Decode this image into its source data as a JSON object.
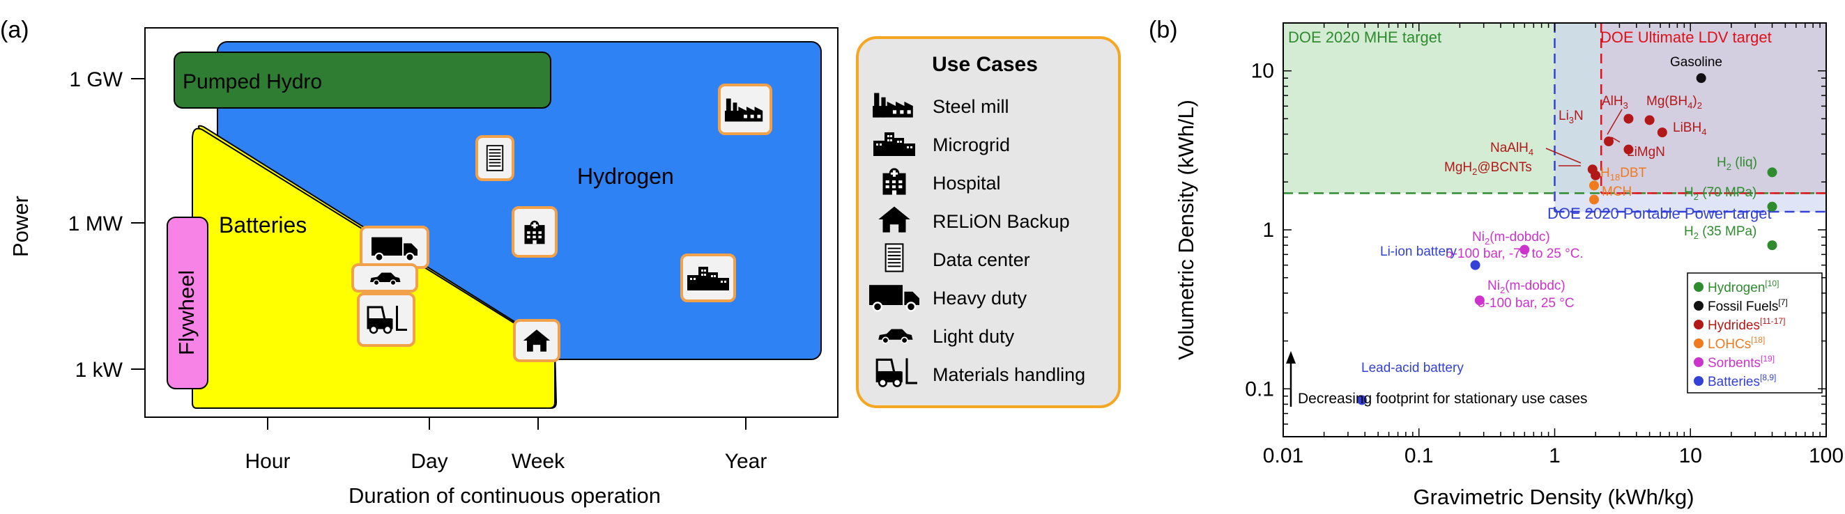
{
  "panel_labels": {
    "a": "(a)",
    "b": "(b)"
  },
  "colors": {
    "hydrogen_fill": "#2f82f4",
    "pumped_fill": "#2e7d32",
    "battery_fill": "#ffff00",
    "flywheel_fill": "#f783e6",
    "legend_border": "#f5a623",
    "legend_bg": "#e6e6e6",
    "icon_border": "#f0a14a",
    "mhe_fill": "#d4ecd4",
    "ldv_fill": "#e8c3c8",
    "portable_fill": "#d7ddf3",
    "green": "#2e8b2e",
    "red": "#e0101a",
    "blue": "#3341d6",
    "dark_red": "#b21818",
    "orange": "#f07a1e",
    "magenta": "#cc33cc"
  },
  "chart_data": [
    {
      "type": "region",
      "panel": "(a)",
      "xlabel": "Duration of continuous operation",
      "ylabel": "Power",
      "x_ticks": [
        {
          "label": "Hour",
          "log_hours": 0
        },
        {
          "label": "Day",
          "log_hours": 1.38
        },
        {
          "label": "Week",
          "log_hours": 2.23
        },
        {
          "label": "Year",
          "log_hours": 3.94
        }
      ],
      "y_ticks": [
        {
          "label": "1 GW",
          "log_kw": 6
        },
        {
          "label": "1 MW",
          "log_kw": 3
        },
        {
          "label": "1 kW",
          "log_kw": 0
        }
      ],
      "regions": [
        {
          "name": "Hydrogen",
          "label": "Hydrogen"
        },
        {
          "name": "Pumped Hydro",
          "label": "Pumped Hydro"
        },
        {
          "name": "Batteries",
          "label": "Batteries"
        },
        {
          "name": "Flywheel",
          "label": "Flywheel"
        }
      ],
      "legend": {
        "title": "Use Cases",
        "items": [
          {
            "label": "Steel mill",
            "icon": "factory-icon"
          },
          {
            "label": "Microgrid",
            "icon": "microgrid-icon"
          },
          {
            "label": "Hospital",
            "icon": "hospital-icon"
          },
          {
            "label": "RELiON Backup",
            "icon": "house-icon"
          },
          {
            "label": "Data center",
            "icon": "server-icon"
          },
          {
            "label": "Heavy duty",
            "icon": "truck-icon"
          },
          {
            "label": "Light duty",
            "icon": "car-icon"
          },
          {
            "label": "Materials handling",
            "icon": "forklift-icon"
          }
        ]
      },
      "use_case_markers": [
        {
          "use_case": "Steel mill",
          "icon": "factory-icon",
          "log_hours": 3.96,
          "log_kw": 5.3
        },
        {
          "use_case": "Microgrid",
          "icon": "microgrid-icon",
          "log_hours": 3.6,
          "log_kw": 2.0
        },
        {
          "use_case": "Hospital",
          "icon": "hospital-icon",
          "log_hours": 2.17,
          "log_kw": 2.8
        },
        {
          "use_case": "RELiON Backup",
          "icon": "house-icon",
          "log_hours": 2.17,
          "log_kw": 0.6
        },
        {
          "use_case": "Data center",
          "icon": "server-icon",
          "log_hours": 1.82,
          "log_kw": 4.3
        },
        {
          "use_case": "Heavy duty",
          "icon": "truck-icon",
          "log_hours": 1.06,
          "log_kw": 2.5
        },
        {
          "use_case": "Light duty",
          "icon": "car-icon",
          "log_hours": 0.96,
          "log_kw": 1.9
        },
        {
          "use_case": "Materials handling",
          "icon": "forklift-icon",
          "log_hours": 0.9,
          "log_kw": 1.05
        }
      ]
    },
    {
      "type": "scatter",
      "panel": "(b)",
      "xlabel": "Gravimetric Density (kWh/kg)",
      "ylabel": "Volumetric Density (kWh/L)",
      "xscale": "log",
      "yscale": "log",
      "xlim": [
        0.01,
        100
      ],
      "ylim": [
        0.05,
        20
      ],
      "x_ticks": [
        {
          "v": 0.01,
          "label": "0.01"
        },
        {
          "v": 0.1,
          "label": "0.1"
        },
        {
          "v": 1,
          "label": "1"
        },
        {
          "v": 10,
          "label": "10"
        },
        {
          "v": 100,
          "label": "100"
        }
      ],
      "y_ticks": [
        {
          "v": 0.1,
          "label": "0.1"
        },
        {
          "v": 1,
          "label": "1"
        },
        {
          "v": 10,
          "label": "10"
        }
      ],
      "targets": [
        {
          "name": "DOE 2020 MHE target",
          "x": 0.01,
          "y": 1.7,
          "color_key": "green"
        },
        {
          "name": "DOE Ultimate LDV target",
          "x": 2.2,
          "y": 1.7,
          "color_key": "red"
        },
        {
          "name": "DOE 2020 Portable Power target",
          "x": 1.0,
          "y": 1.3,
          "color_key": "blue"
        }
      ],
      "points": [
        {
          "label": "Gasoline",
          "x": 12,
          "y": 9,
          "category": "Fossil Fuels"
        },
        {
          "label": "AlH",
          "sub": "3",
          "x": 3.5,
          "y": 5.0,
          "category": "Hydrides"
        },
        {
          "label": "Mg(BH",
          "sub": "4",
          "tail": ")",
          "sub2": "2",
          "x": 5.0,
          "y": 4.9,
          "category": "Hydrides"
        },
        {
          "label": "Li",
          "sub": "3",
          "tail": "N",
          "x": 2.5,
          "y": 3.6,
          "category": "Hydrides"
        },
        {
          "label": "LiBH",
          "sub": "4",
          "x": 6.2,
          "y": 4.1,
          "category": "Hydrides"
        },
        {
          "label": "LiMgN",
          "x": 3.5,
          "y": 3.2,
          "category": "Hydrides"
        },
        {
          "label": "NaAlH",
          "sub": "4",
          "x": 1.9,
          "y": 2.4,
          "category": "Hydrides"
        },
        {
          "label": "MgH",
          "sub": "2",
          "tail": "@BCNTs",
          "x": 2.0,
          "y": 2.2,
          "category": "Hydrides"
        },
        {
          "label": "H",
          "sub": "18",
          "tail": "DBT",
          "x": 1.95,
          "y": 1.9,
          "category": "LOHCs"
        },
        {
          "label": "MCH",
          "x": 1.95,
          "y": 1.55,
          "category": "LOHCs"
        },
        {
          "label": "H",
          "sub": "2",
          "tail": " (liq)",
          "x": 40,
          "y": 2.3,
          "category": "Hydrogen"
        },
        {
          "label": "H",
          "sub": "2",
          "tail": " (70 MPa)",
          "x": 40,
          "y": 1.4,
          "category": "Hydrogen"
        },
        {
          "label": "H",
          "sub": "2",
          "tail": " (35 MPa)",
          "x": 40,
          "y": 0.8,
          "category": "Hydrogen"
        },
        {
          "label": "Ni",
          "sub": "2",
          "tail": "(m-dobdc)",
          "note": "5-100 bar, -75 to 25 °C.",
          "x": 0.6,
          "y": 0.75,
          "category": "Sorbents"
        },
        {
          "label": "Ni",
          "sub": "2",
          "tail": "(m-dobdc)",
          "note": "5-100 bar, 25 °C",
          "x": 0.28,
          "y": 0.36,
          "category": "Sorbents"
        },
        {
          "label": "Li-ion battery",
          "x": 0.26,
          "y": 0.6,
          "category": "Batteries"
        },
        {
          "label": "Lead-acid battery",
          "x": 0.038,
          "y": 0.085,
          "category": "Batteries"
        }
      ],
      "annotation": "Decreasing footprint for stationary use cases",
      "legend": [
        {
          "name": "Hydrogen",
          "ref": "[10]",
          "color_key": "green"
        },
        {
          "name": "Fossil Fuels",
          "ref": "[7]",
          "color_key": "black"
        },
        {
          "name": "Hydrides",
          "ref": "[11-17]",
          "color_key": "dark_red"
        },
        {
          "name": "LOHCs",
          "ref": "[18]",
          "color_key": "orange"
        },
        {
          "name": "Sorbents",
          "ref": "[19]",
          "color_key": "magenta"
        },
        {
          "name": "Batteries",
          "ref": "[8,9]",
          "color_key": "blue"
        }
      ]
    }
  ]
}
